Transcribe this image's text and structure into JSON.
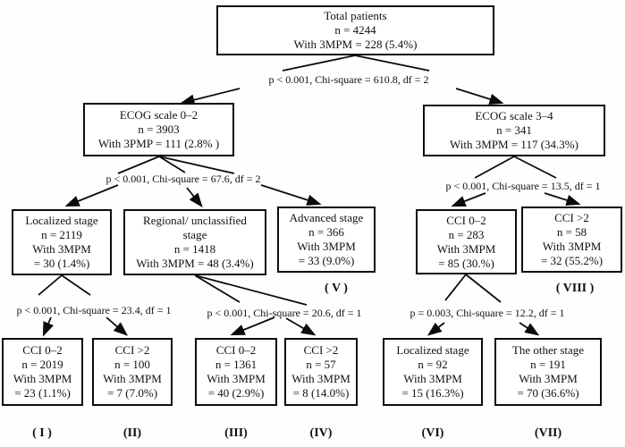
{
  "nodes": {
    "total": {
      "lines": [
        "Total patients",
        "n = 4244",
        "With 3MPM = 228 (5.4%)"
      ]
    },
    "ecog_0_2": {
      "lines": [
        "ECOG scale 0–2",
        "n = 3903",
        "With 3PMP = 111 (2.8% )"
      ]
    },
    "ecog_3_4": {
      "lines": [
        "ECOG scale 3–4",
        "n = 341",
        "With 3MPM = 117 (34.3%)"
      ]
    },
    "localized": {
      "lines": [
        "Localized stage",
        "n = 2119",
        "With 3MPM",
        "= 30 (1.4%)"
      ]
    },
    "regional": {
      "lines": [
        "Regional/ unclassified",
        "stage",
        "n = 1418",
        "With 3MPM = 48 (3.4%)"
      ]
    },
    "advanced": {
      "lines": [
        "Advanced stage",
        "n = 366",
        "With 3MPM",
        "= 33 (9.0%)"
      ]
    },
    "cci_0_2_r": {
      "lines": [
        "CCI 0–2",
        "n = 283",
        "With 3MPM",
        "= 85 (30.%)"
      ]
    },
    "cci_gt2_r": {
      "lines": [
        "CCI >2",
        "n = 58",
        "With 3MPM",
        "= 32 (55.2%)"
      ]
    },
    "group_i": {
      "lines": [
        "CCI 0–2",
        "n = 2019",
        "With 3MPM",
        "= 23 (1.1%)"
      ]
    },
    "group_ii": {
      "lines": [
        "CCI >2",
        "n = 100",
        "With 3MPM",
        "= 7 (7.0%)"
      ]
    },
    "group_iii": {
      "lines": [
        "CCI 0–2",
        "n = 1361",
        "With 3MPM",
        "= 40 (2.9%)"
      ]
    },
    "group_iv": {
      "lines": [
        "CCI >2",
        "n = 57",
        "With 3MPM",
        "= 8 (14.0%)"
      ]
    },
    "group_vi": {
      "lines": [
        "Localized stage",
        "n = 92",
        "With 3MPM",
        "= 15 (16.3%)"
      ]
    },
    "group_vii": {
      "lines": [
        "The other stage",
        "n = 191",
        "With 3MPM",
        "= 70 (36.6%)"
      ]
    }
  },
  "stats": {
    "root_split": "p < 0.001, Chi-square = 610.8, df = 2",
    "ecog02_split": "p < 0.001, Chi-square = 67.6, df = 2",
    "ecog34_split": "p < 0.001, Chi-square = 13.5, df = 1",
    "localized_split": "p < 0.001, Chi-square = 23.4, df = 1",
    "regional_split": "p < 0.001, Chi-square = 20.6, df = 1",
    "cci02r_split": "p = 0.003, Chi-square = 12.2, df = 1"
  },
  "group_labels": {
    "i": "( I )",
    "ii": "(II)",
    "iii": "(III)",
    "iv": "(IV)",
    "v": "( V )",
    "vi": "(VI)",
    "vii": "(VII)",
    "viii": "( VIII )"
  },
  "colors": {
    "line": "#0c0c0c",
    "box_border": "#0c0c0c",
    "background": "#fefefe",
    "text": "#111111"
  }
}
